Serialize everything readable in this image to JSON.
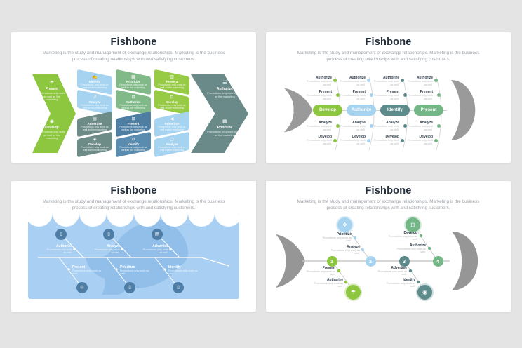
{
  "shared": {
    "title": "Fishbone",
    "subtitle": "Marketing is the study and management of exchange relationships. Marketing is the business process of creating relationships with and satisfying customers.",
    "desc": "Promotions only work as well.",
    "tile_desc": "Promotions only work as well as the marketing"
  },
  "colors": {
    "page_bg": "#e4e4e4",
    "card_bg": "#ffffff",
    "title_text": "#232e3c",
    "subtitle_text": "#9ca1a7",
    "green": "#8dc63f",
    "light_blue": "#a5d3f0",
    "sage_green": "#82b989",
    "bright_green": "#97ca45",
    "slate_teal": "#6e8c87",
    "steel_blue": "#4e7fa3",
    "steel_blue_light": "#5a8cb0",
    "dark_teal": "#5d8a8a",
    "sea_green": "#74b787",
    "fish_gray": "#9a9a9a",
    "water_blue": "#a9cff2",
    "fish_silhouette_blue": "#8ebde9",
    "node_blue": "#4e7da6",
    "line_gray": "#c9c9c9"
  },
  "slide1": {
    "left_chevron": {
      "top": {
        "label": "Present",
        "glyph": "☂"
      },
      "bottom": {
        "label": "Develop",
        "glyph": "◉"
      }
    },
    "right_chevron": {
      "top": {
        "label": "Authorize",
        "glyph": "☰"
      },
      "bottom": {
        "label": "Prioritize",
        "glyph": "▦"
      }
    },
    "tiles": [
      {
        "label": "Identify",
        "glyph": "✍"
      },
      {
        "label": "Prioritize",
        "glyph": "▦"
      },
      {
        "label": "Present",
        "glyph": "▥"
      },
      {
        "label": "Analyze",
        "glyph": "⇗"
      },
      {
        "label": "Authorize",
        "glyph": "⊟"
      },
      {
        "label": "Develop",
        "glyph": "⊡"
      },
      {
        "label": "Advertise",
        "glyph": "▤"
      },
      {
        "label": "Present",
        "glyph": "⊞"
      },
      {
        "label": "Advertise",
        "glyph": "◀"
      },
      {
        "label": "Develop",
        "glyph": "◈"
      },
      {
        "label": "Identify",
        "glyph": "⊙"
      },
      {
        "label": "Analyze",
        "glyph": "▢"
      }
    ]
  },
  "slide2": {
    "segments": [
      {
        "pill": "Develop",
        "items": [
          "Authorize",
          "Present",
          "Analyze",
          "Develop"
        ]
      },
      {
        "pill": "Authorize",
        "items": [
          "Authorize",
          "Present",
          "Analyze",
          "Develop"
        ]
      },
      {
        "pill": "Identify",
        "items": [
          "Authorize",
          "Present",
          "Analyze",
          "Develop"
        ]
      },
      {
        "pill": "Present",
        "items": [
          "Authorize",
          "Present",
          "Analyze",
          "Develop"
        ]
      }
    ]
  },
  "slide3": {
    "top": [
      {
        "label": "Authorize",
        "glyph": "▯"
      },
      {
        "label": "Analyze",
        "glyph": "▯"
      },
      {
        "label": "Advertise",
        "glyph": "▤"
      }
    ],
    "bottom": [
      {
        "label": "Present",
        "glyph": "⊟"
      },
      {
        "label": "Prioritize",
        "glyph": "▯"
      },
      {
        "label": "Identify",
        "glyph": "▯"
      }
    ]
  },
  "slide4": {
    "numbers": [
      "1",
      "2",
      "3",
      "4"
    ],
    "branches": [
      {
        "labels": [
          "Present",
          "Authorize"
        ],
        "glyph": "☂"
      },
      {
        "labels": [
          "Prioritize",
          "Analyze"
        ],
        "glyph": "❖"
      },
      {
        "labels": [
          "Advertise",
          "Identify"
        ],
        "glyph": "◉"
      },
      {
        "labels": [
          "Develop",
          "Authorize"
        ],
        "glyph": "⊞"
      }
    ]
  }
}
